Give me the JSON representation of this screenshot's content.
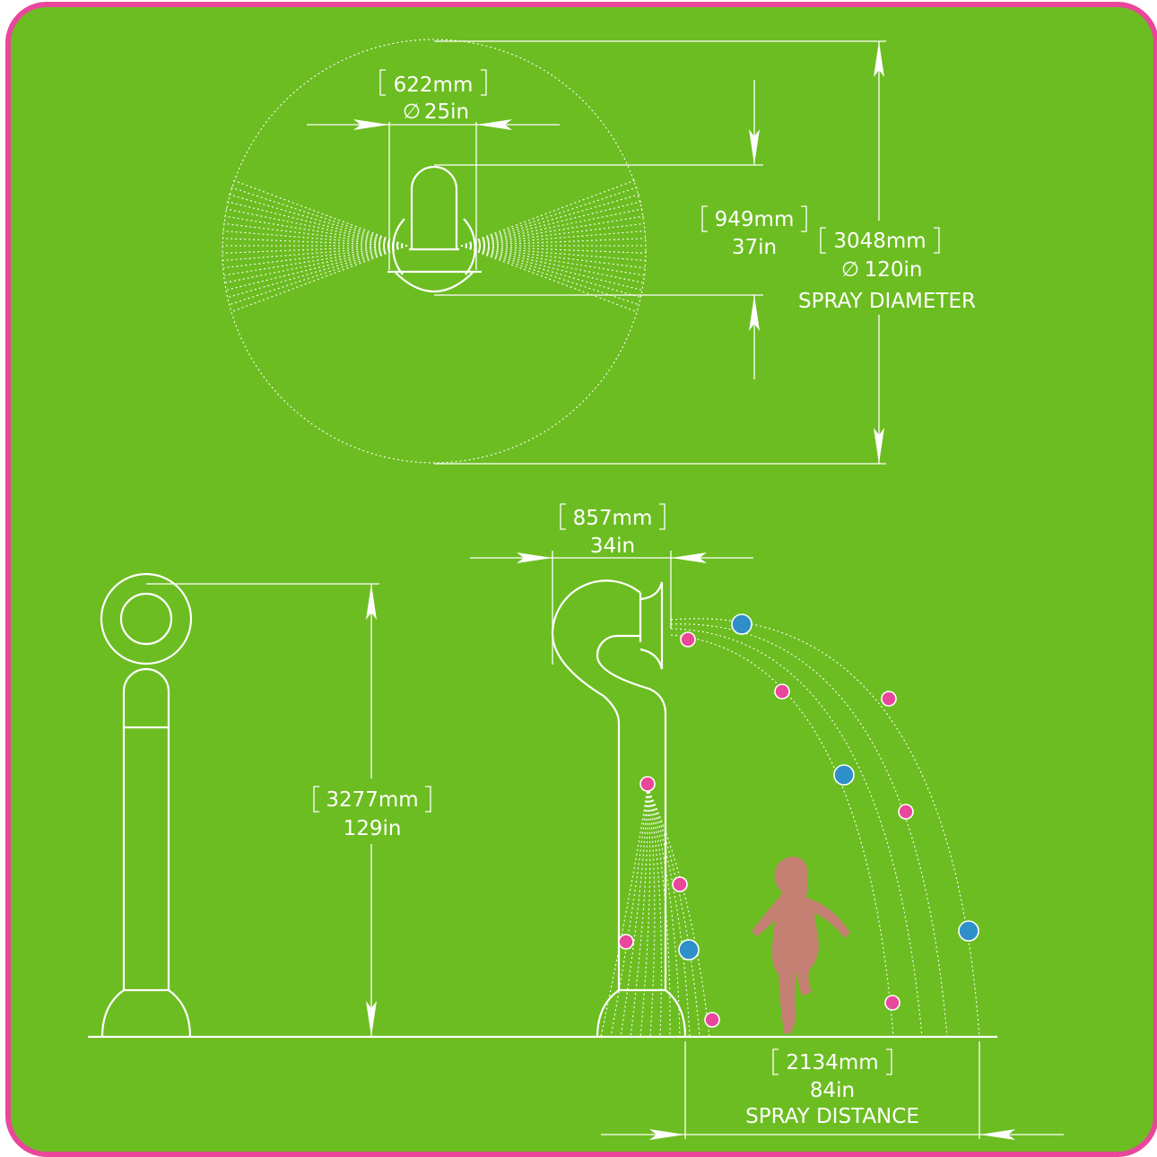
{
  "top_view": {
    "width_dim": {
      "mm": "622mm",
      "in": "25in",
      "symbol": "∅"
    },
    "depth_dim": {
      "mm": "949mm",
      "in": "37in"
    },
    "spray_diameter": {
      "mm": "3048mm",
      "in": "120in",
      "symbol": "∅",
      "label": "SPRAY DIAMETER"
    }
  },
  "side_view": {
    "height_dim": {
      "mm": "3277mm",
      "in": "129in"
    },
    "spout_dim": {
      "mm": "857mm",
      "in": "34in"
    },
    "spray_distance": {
      "mm": "2134mm",
      "in": "84in",
      "label": "SPRAY DISTANCE"
    }
  },
  "colors": {
    "background": "#6cbd21",
    "border": "#e8479b",
    "drop_pink": "#e8479b",
    "drop_blue": "#2f8fc8",
    "child_silhouette": "#c48073"
  }
}
